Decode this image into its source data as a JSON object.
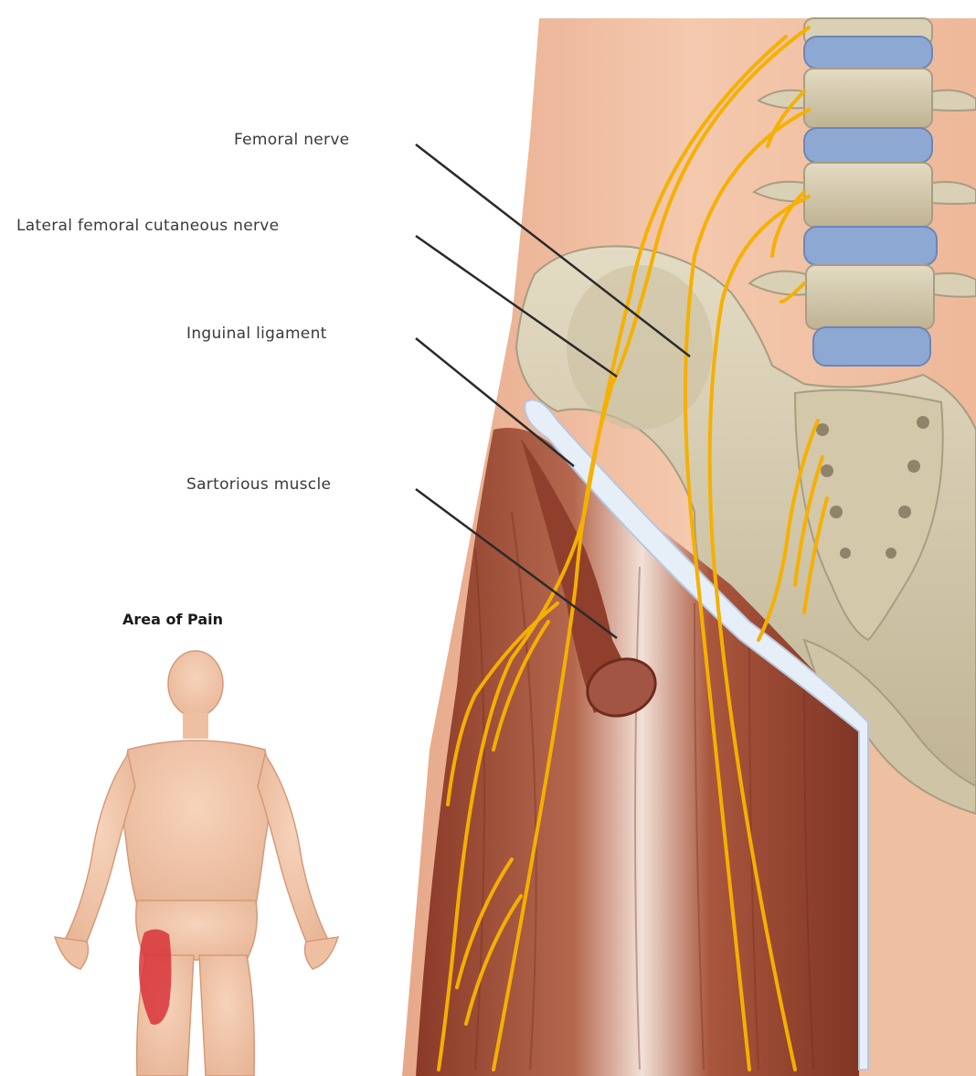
{
  "labels": {
    "femoral_nerve": "Femoral nerve",
    "lateral_femoral_cutaneous_nerve": "Lateral femoral cutaneous nerve",
    "inguinal_ligament": "Inguinal ligament",
    "sartorius_muscle": "Sartorious muscle"
  },
  "inset": {
    "title": "Area of Pain"
  },
  "colors": {
    "skin": "#f2c4a8",
    "skin_shadow": "#e0a588",
    "bone": "#d8cfb5",
    "bone_shadow": "#b9ae90",
    "disc": "#8ea8d4",
    "muscle": "#9a4530",
    "muscle_light": "#c47a5e",
    "nerve": "#f5b000",
    "ligament": "#e6eef8",
    "pain_area": "#d8333a",
    "leader_line": "#2a2a2a"
  }
}
